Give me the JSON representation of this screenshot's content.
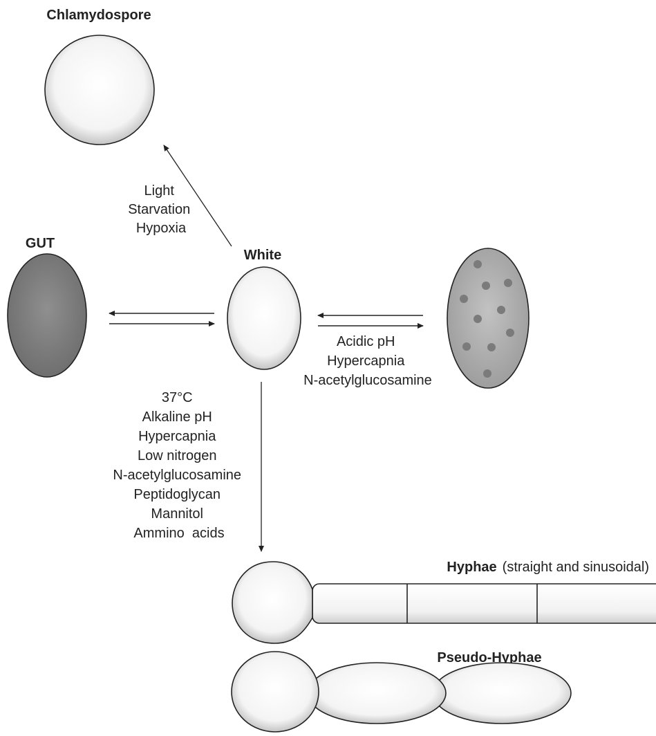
{
  "labels": {
    "chlamydospore": "Chlamydospore",
    "gut": "GUT",
    "white": "White",
    "hyphae_title": "Hyphae",
    "hyphae_note": "(straight and sinusoidal)",
    "pseudohyphae": "Pseudo-Hyphae"
  },
  "conditions": {
    "to_chlamydospore": [
      "Light",
      "Starvation",
      "Hypoxia"
    ],
    "to_opaque": [
      "Acidic pH",
      "Hypercapnia",
      "N-acetylglucosamine"
    ],
    "to_hyphae": [
      "37°C",
      "Alkaline pH",
      "Hypercapnia",
      "Low nitrogen",
      "N-acetylglucosamine",
      "Peptidoglycan",
      "Mannitol",
      "Ammino  acids"
    ]
  },
  "colors": {
    "cell_fill": "#f6f6f6",
    "cell_shade": "#c9c9c9",
    "gut_fill": "#8a8a8a",
    "opaque_fill": "#b8b8b8",
    "opaque_spot": "#7d7d7d",
    "stroke": "#222222"
  }
}
